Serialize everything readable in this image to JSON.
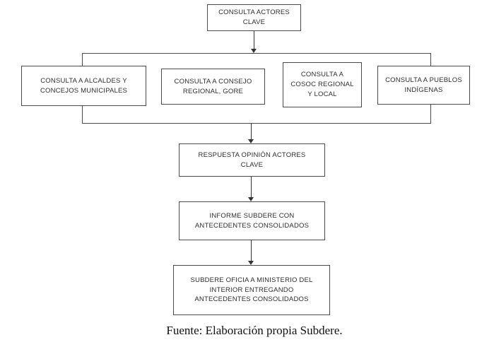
{
  "diagram": {
    "nodes": {
      "top": "CONSULTA ACTORES\nCLAVE",
      "alcaldes": "CONSULTA A ALCALDES Y\nCONCEJOS MUNICIPALES",
      "consejo": "CONSULTA A CONSEJO\nREGIONAL, GORE",
      "cosoc": "CONSULTA A\nCOSOC REGIONAL\nY LOCAL",
      "pueblos": "CONSULTA A PUEBLOS\nINDÍGENAS",
      "respuesta": "RESPUESTA OPINIÓN ACTORES\nCLAVE",
      "informe": "INFORME SUBDERE CON\nANTECEDENTES CONSOLIDADOS",
      "oficio": "SUBDERE OFICIA A MINISTERIO DEL\nINTERIOR ENTREGANDO\nANTECEDENTES CONSOLIDADOS"
    }
  },
  "caption": "Fuente: Elaboración propia Subdere."
}
